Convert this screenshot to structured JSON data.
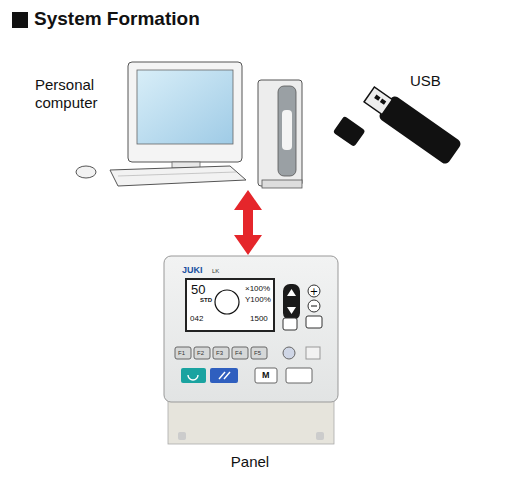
{
  "diagram": {
    "title": "System Formation",
    "nodes": [
      {
        "text": [
          "Personal computer"
        ]
      },
      {
        "text": [
          "USB"
        ]
      },
      {
        "text": [
          "Panel"
        ]
      }
    ],
    "edges": [
      {
        "from": 0,
        "to": 2,
        "arrow": "both"
      }
    ],
    "labels": [
      "JUKI",
      "LK",
      "50",
      "STD",
      "×100%",
      "Y100%",
      "042",
      "1500",
      "F1",
      "F2",
      "F3",
      "F4",
      "F5",
      "M"
    ]
  }
}
